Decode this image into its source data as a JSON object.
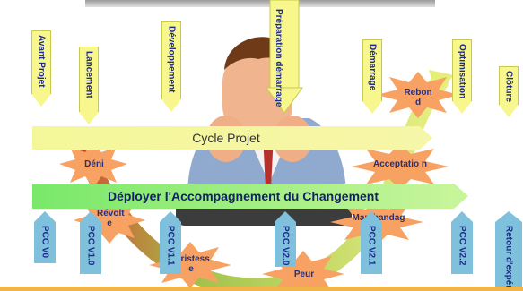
{
  "phases": [
    {
      "label": "Avant Projet"
    },
    {
      "label": "Lancement"
    },
    {
      "label": "Développement"
    },
    {
      "label": "Préparation démarrage"
    },
    {
      "label": "Démarrage"
    },
    {
      "label": "Optimisation"
    },
    {
      "label": "Clôture"
    }
  ],
  "milestones": [
    {
      "label": "PCC V0"
    },
    {
      "label": "PCC V1.0"
    },
    {
      "label": "PCC V1.1"
    },
    {
      "label": "PCC V2.0"
    },
    {
      "label": "PCC V2.1"
    },
    {
      "label": "PCC V2.2"
    },
    {
      "label": "Retour d'expérience"
    }
  ],
  "bars": {
    "cycle": "Cycle Projet",
    "deploy": "Déployer l'Accompagnement du Changement"
  },
  "emotions": [
    {
      "label": "Déni"
    },
    {
      "label": "Révolt e"
    },
    {
      "label": "Tristess e"
    },
    {
      "label": "Peur"
    },
    {
      "label": "Marchandag"
    },
    {
      "label": "Acceptatio n"
    },
    {
      "label": "Rebon d"
    }
  ],
  "colors": {
    "phase_arrow": "#f7f78e",
    "milestone_arrow": "#7fc1dc",
    "star": "#f7a263",
    "cycle_bar": "#f6f6a8",
    "deploy_bar": "#79e86a",
    "label_text": "#1e2a8c"
  }
}
